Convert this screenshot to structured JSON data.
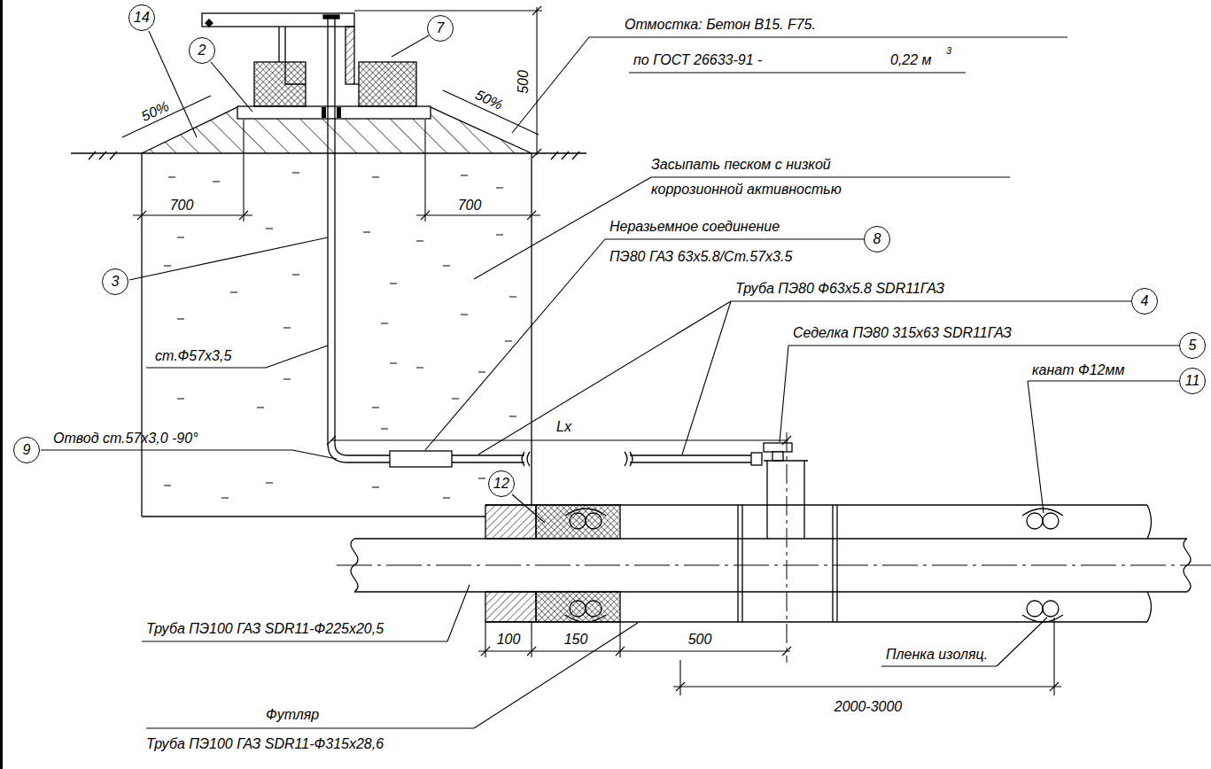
{
  "diagram": {
    "nodes": [
      {
        "text": [
          "14"
        ]
      },
      {
        "text": [
          "2"
        ]
      },
      {
        "text": [
          "7"
        ]
      },
      {
        "text": [
          "3"
        ]
      },
      {
        "text": [
          "8"
        ]
      },
      {
        "text": [
          "4"
        ]
      },
      {
        "text": [
          "5"
        ]
      },
      {
        "text": [
          "11"
        ]
      },
      {
        "text": [
          "9"
        ]
      },
      {
        "text": [
          "12"
        ]
      }
    ],
    "labels": [
      "Отмостка: Бетон B15. F75.",
      "по ГОСТ 26633-91 -",
      "0,22 м",
      "3",
      "500",
      "50%",
      "50%",
      "700",
      "700",
      "Засыпать песком с низкой коррозионной активностью",
      "Неразьемное соединение",
      "ПЭ80 ГАЗ 63х5.8/Ст.57х3.5",
      "Труба ПЭ80 Ф63х5.8 SDR11ГАЗ",
      "Седелка ПЭ80 315х63 SDR11ГАЗ",
      "канат Ф12мм",
      "Lx",
      "Отвод ст.57х3,0 -90°",
      "ст.Ф57х3,5",
      "Труба ПЭ100 ГАЗ SDR11-Ф225х20,5",
      "Футляр",
      "Труба ПЭ100 ГАЗ SDR11-Ф315х28,6",
      "100",
      "150",
      "500",
      "Пленка изоляц.",
      "2000-3000"
    ]
  }
}
